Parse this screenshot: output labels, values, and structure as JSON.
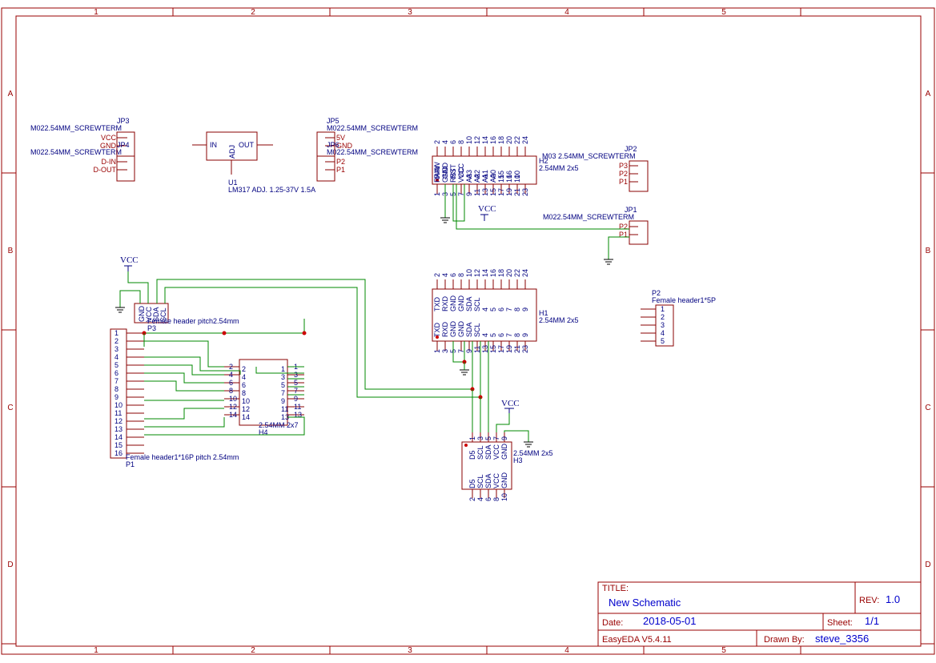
{
  "frame": {
    "columns": [
      "1",
      "2",
      "3",
      "4",
      "5"
    ],
    "rows": [
      "A",
      "B",
      "C",
      "D"
    ]
  },
  "title_block": {
    "title_label": "TITLE:",
    "title_value": "New Schematic",
    "rev_label": "REV:",
    "rev_value": "1.0",
    "date_label": "Date:",
    "date_value": "2018-05-01",
    "sheet_label": "Sheet:",
    "sheet_value": "1/1",
    "software": "EasyEDA V5.4.11",
    "drawn_by_label": "Drawn By:",
    "drawn_by_value": "steve_3356"
  },
  "components": {
    "jp3": {
      "ref": "JP3",
      "value": "M022.54MM_SCREWTERM"
    },
    "jp4": {
      "ref": "JP4",
      "value": "M022.54MM_SCREWTERM",
      "pins": [
        "VCC",
        "GND",
        "D-IN",
        "D-OUT"
      ]
    },
    "u1": {
      "ref": "U1",
      "value": "LM317 ADJ. 1.25-37V 1.5A",
      "pins": [
        "IN",
        "OUT",
        "ADJ"
      ]
    },
    "jp5": {
      "ref": "JP5",
      "value": "M022.54MM_SCREWTERM",
      "pins": [
        "5V",
        "GND"
      ]
    },
    "jp6": {
      "ref": "JP6",
      "value": "M022.54MM_SCREWTERM",
      "pins": [
        "P2",
        "P1"
      ]
    },
    "h2": {
      "ref": "H2",
      "value": "2.54MM 2x5",
      "top_nums": [
        "2",
        "4",
        "6",
        "8",
        "10",
        "12",
        "14",
        "16",
        "18",
        "20",
        "22",
        "24"
      ],
      "top_names": [
        "RAW",
        "GND",
        "RST",
        "VCC",
        "A3",
        "A2",
        "A1",
        "A0",
        "15",
        "16",
        "10"
      ],
      "bot_names": [
        "RAW",
        "GND",
        "RST",
        "VCC",
        "A3",
        "A2",
        "A1",
        "A0",
        "15",
        "16",
        "10"
      ],
      "bot_nums": [
        "1",
        "3",
        "5",
        "7",
        "9",
        "11",
        "13",
        "15",
        "17",
        "19",
        "21",
        "23"
      ]
    },
    "jp2": {
      "ref": "JP2",
      "value": "M03 2.54MM_SCREWTERM",
      "pins": [
        "P3",
        "P2",
        "P1"
      ]
    },
    "jp1": {
      "ref": "JP1",
      "value": "M022.54MM_SCREWTERM",
      "pins": [
        "P2",
        "P1"
      ]
    },
    "vcc_label": "VCC",
    "h1": {
      "ref": "H1",
      "value": "2.54MM 2x5",
      "top_nums": [
        "2",
        "4",
        "6",
        "8",
        "10",
        "12",
        "14",
        "16",
        "18",
        "20",
        "22",
        "24"
      ],
      "top_names": [
        "TXD",
        "RXD",
        "GND",
        "GND",
        "SDA",
        "SCL",
        "4",
        "5",
        "6",
        "7",
        "8",
        "9"
      ],
      "bot_names": [
        "TXD",
        "RXD",
        "GND",
        "GND",
        "SDA",
        "SCL",
        "4",
        "5",
        "6",
        "7",
        "8",
        "9"
      ],
      "bot_nums": [
        "1",
        "3",
        "5",
        "7",
        "9",
        "11",
        "13",
        "15",
        "17",
        "19",
        "21",
        "23"
      ]
    },
    "p2": {
      "ref": "P2",
      "value": "Female header1*5P",
      "pins": [
        "1",
        "2",
        "3",
        "4",
        "5"
      ]
    },
    "p3": {
      "ref": "P3",
      "value": "Female header pitch2.54mm",
      "pins": [
        "GND",
        "VCC",
        "SDA",
        "SCL"
      ]
    },
    "p1": {
      "ref": "P1",
      "value": "Female header1*16P pitch 2.54mm",
      "pins": [
        "1",
        "2",
        "3",
        "4",
        "5",
        "6",
        "7",
        "8",
        "9",
        "10",
        "11",
        "12",
        "13",
        "14",
        "15",
        "16"
      ]
    },
    "h4": {
      "ref": "H4",
      "value": "2.54MM 2x7",
      "left_nums": [
        "2",
        "4",
        "6",
        "8",
        "10",
        "12",
        "14"
      ],
      "right_nums": [
        "1",
        "3",
        "5",
        "7",
        "9",
        "11",
        "13"
      ]
    },
    "h3": {
      "ref": "H3",
      "value": "2.54MM 2x5",
      "top_nums": [
        "1",
        "3",
        "5",
        "7",
        "9"
      ],
      "names": [
        "D5",
        "SCL",
        "SDA",
        "VCC",
        "GND"
      ],
      "bot_nums": [
        "2",
        "4",
        "6",
        "8",
        "10"
      ]
    }
  }
}
